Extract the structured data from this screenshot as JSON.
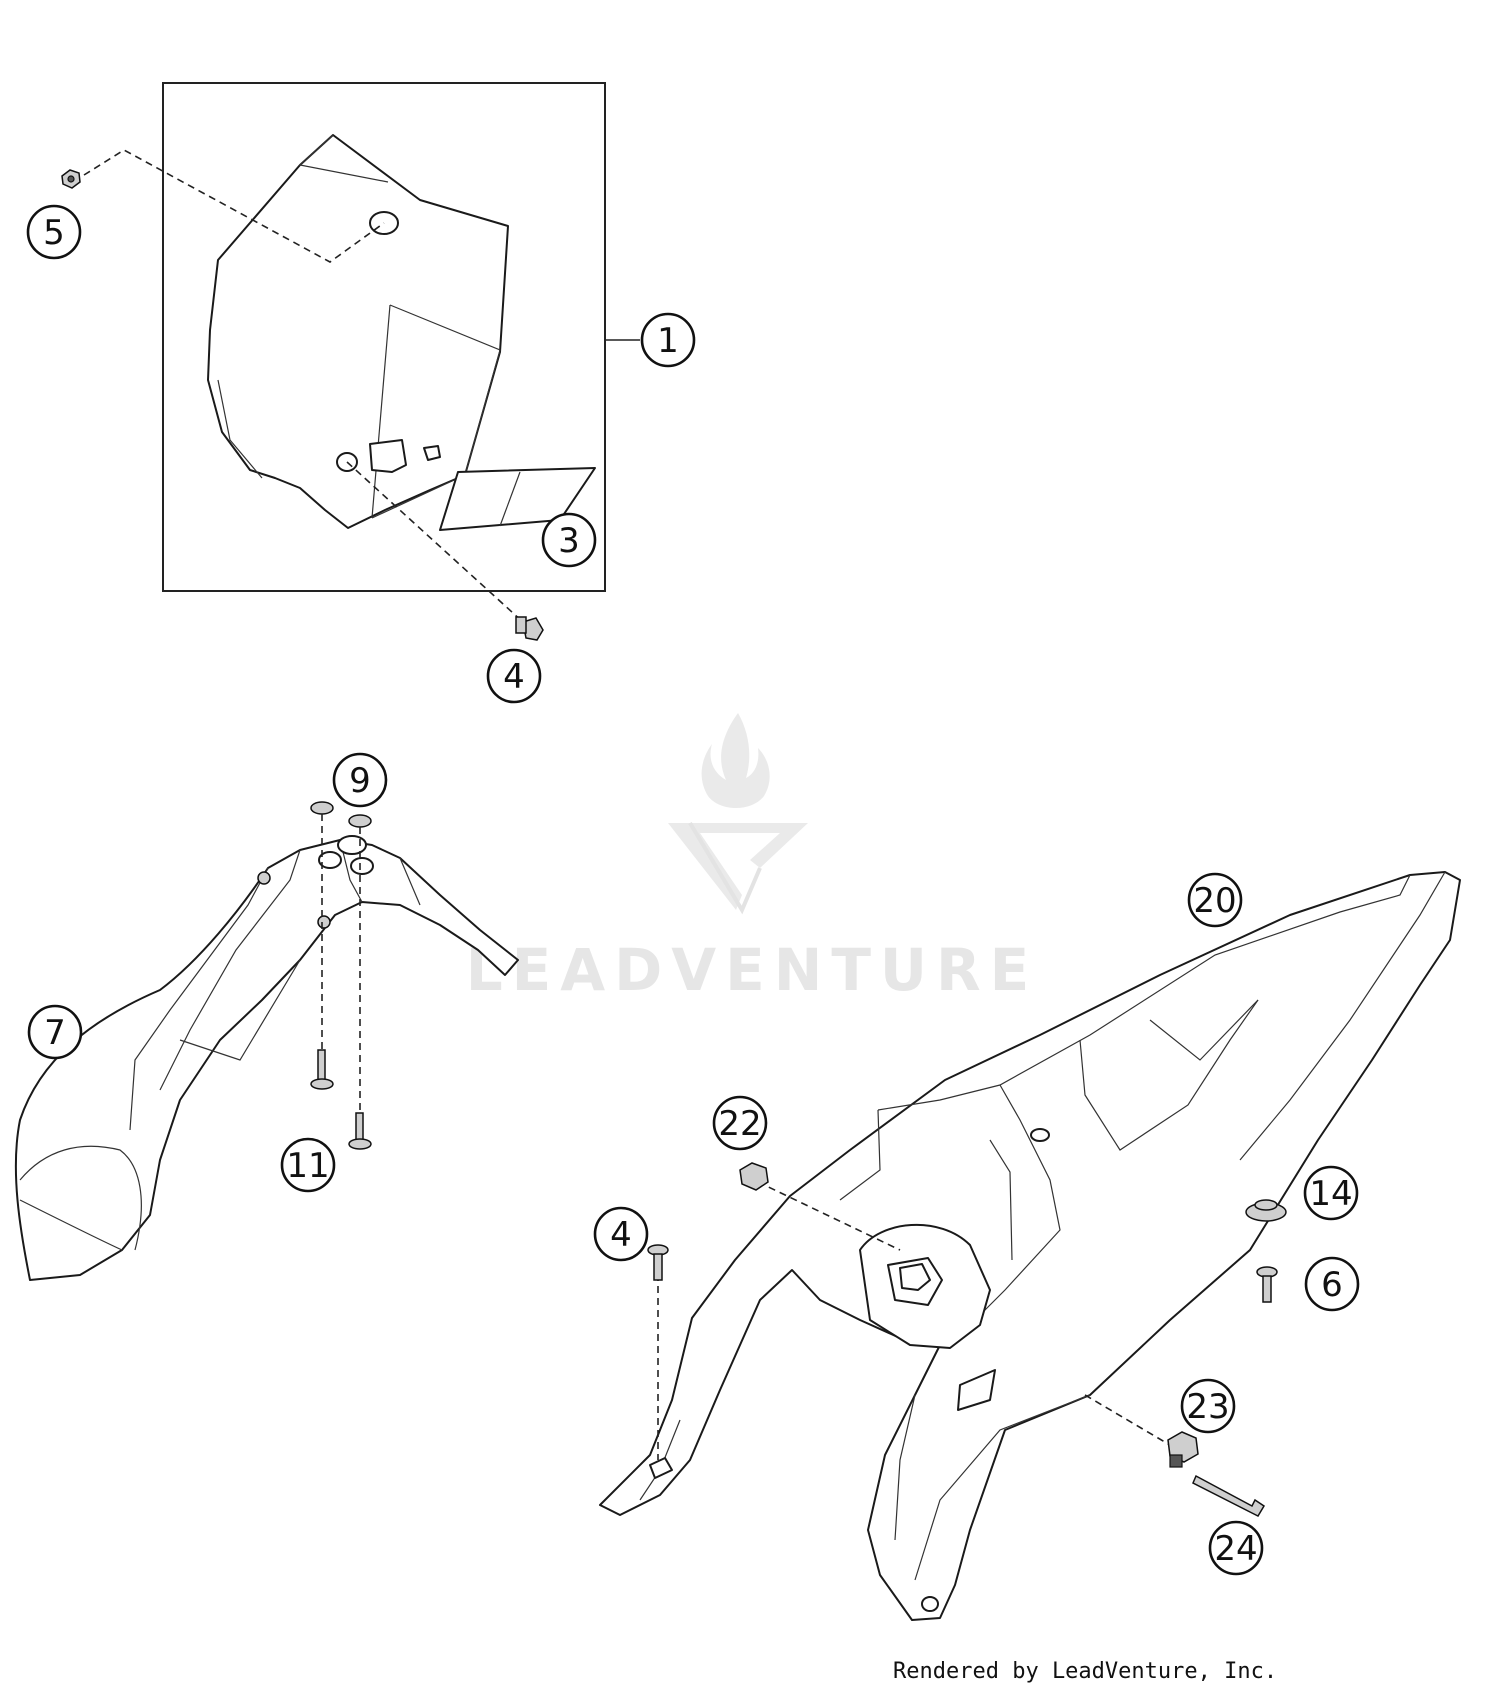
{
  "watermark": {
    "brand_text": "LEADVENTURE"
  },
  "credit": {
    "text": "Rendered by LeadVenture, Inc."
  },
  "callouts": [
    {
      "id": "1",
      "label": "1"
    },
    {
      "id": "3",
      "label": "3"
    },
    {
      "id": "4a",
      "label": "4"
    },
    {
      "id": "5",
      "label": "5"
    },
    {
      "id": "9",
      "label": "9"
    },
    {
      "id": "7",
      "label": "7"
    },
    {
      "id": "11",
      "label": "11"
    },
    {
      "id": "20",
      "label": "20"
    },
    {
      "id": "22",
      "label": "22"
    },
    {
      "id": "4b",
      "label": "4"
    },
    {
      "id": "14",
      "label": "14"
    },
    {
      "id": "6",
      "label": "6"
    },
    {
      "id": "23",
      "label": "23"
    },
    {
      "id": "24",
      "label": "24"
    }
  ],
  "colors": {
    "line": "#1a1a1a",
    "watermark": "#e6e6e6",
    "background": "#ffffff"
  }
}
